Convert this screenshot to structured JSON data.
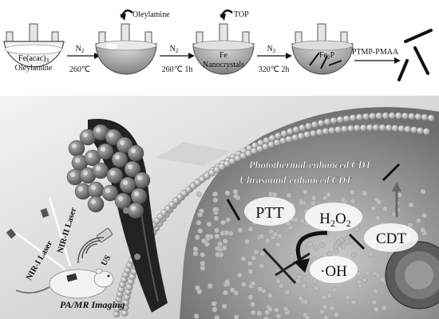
{
  "synthesis": {
    "flask1_label_line1": "Fe(acac)",
    "flask1_label_sub": "3",
    "flask1_label_line2": "Oleylamine",
    "step1_gas": "N",
    "step1_gas_sub": "2",
    "step1_temp": "260℃",
    "oleylamine_label": "Oleylamine",
    "step2_gas": "N",
    "step2_gas_sub": "2",
    "step2_temp": "260℃  1h",
    "flask3_label_line1": "Fe",
    "flask3_label_line2": "Nanocrystals",
    "top_label": "TOP",
    "step3_gas": "N",
    "step3_gas_sub": "2",
    "step3_temp": "320℃  2h",
    "flask4_label": "Fe",
    "flask4_label_sub": "2",
    "flask4_label_end": "P",
    "step4_label": "PTMP-PMAA"
  },
  "therapy": {
    "photothermal_label": "Photothermal-enhanced CDT",
    "ultrasound_label": "Ultrasound-enhanced CDT",
    "ptt_label": "PTT",
    "h2o2_label": "H",
    "h2o2_sub1": "2",
    "h2o2_mid": "O",
    "h2o2_sub2": "2",
    "cdt_label": "CDT",
    "oh_label": "·OH"
  },
  "imaging": {
    "nir2_label": "NIR-II Laser",
    "nir1_label": "NIR-I Laser",
    "us_label": "US",
    "pa_mr_label": "PA/MR Imaging"
  },
  "colors": {
    "flask_glass": "#e6e6e6",
    "liquid": "#8f8f8f",
    "membrane": "#b5b5b5",
    "nanorod": "#1a1a1a",
    "text": "#111111"
  }
}
